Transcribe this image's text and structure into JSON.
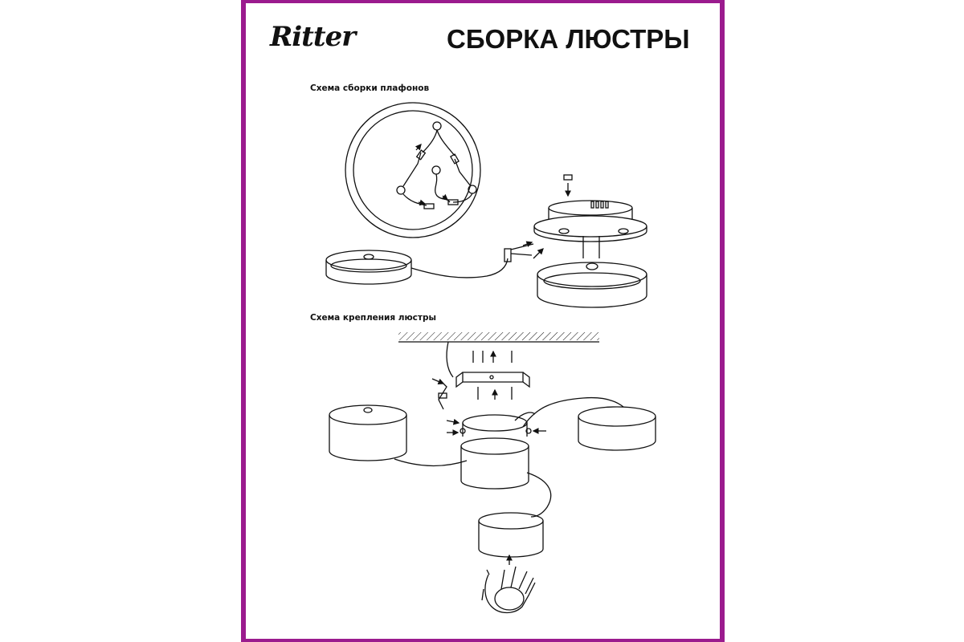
{
  "header": {
    "brand": "Ritter",
    "title": "СБОРКА ЛЮСТРЫ"
  },
  "sections": [
    {
      "title": "Схема сборки плафонов"
    },
    {
      "title": "Схема крепления люстры"
    }
  ],
  "colors": {
    "frame": "#9b1b8e",
    "line": "#111111",
    "background": "#ffffff"
  }
}
